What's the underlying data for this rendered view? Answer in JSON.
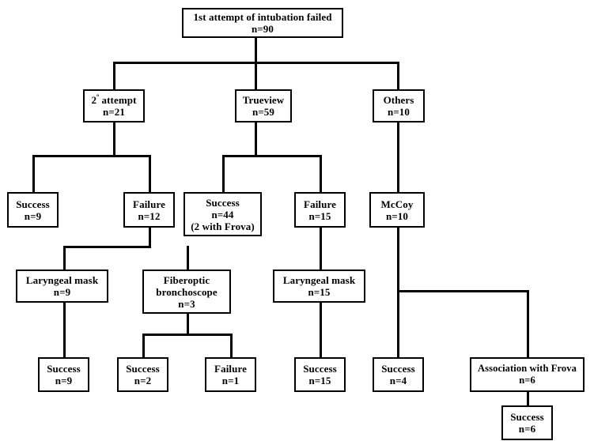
{
  "diagram": {
    "title": "Intubation failure management flowchart",
    "line_color": "#000000",
    "box_border_color": "#000000",
    "background_color": "#ffffff",
    "nodes": {
      "root": {
        "line1": "1st attempt of intubation failed",
        "line2": "n=90"
      },
      "second_attempt": {
        "line1": "2º attempt",
        "line2": "n=21"
      },
      "trueview": {
        "line1": "Trueview",
        "line2": "n=59"
      },
      "others": {
        "line1": "Others",
        "line2": "n=10"
      },
      "second_success": {
        "line1": "Success",
        "line2": "n=9"
      },
      "second_failure": {
        "line1": "Failure",
        "line2": "n=12"
      },
      "trueview_success": {
        "line1": "Success",
        "line2": "n=44",
        "line3": "(2 with Frova)"
      },
      "trueview_failure": {
        "line1": "Failure",
        "line2": "n=15"
      },
      "mccoy": {
        "line1": "McCoy",
        "line2": "n=10"
      },
      "laryngeal_mask_9": {
        "line1": "Laryngeal mask",
        "line2": "n=9"
      },
      "fiberoptic": {
        "line1": "Fiberoptic",
        "line2": "bronchoscope",
        "line3": "n=3"
      },
      "laryngeal_mask_15": {
        "line1": "Laryngeal mask",
        "line2": "n=15"
      },
      "lm9_success": {
        "line1": "Success",
        "line2": "n=9"
      },
      "fiber_success": {
        "line1": "Success",
        "line2": "n=2"
      },
      "fiber_failure": {
        "line1": "Failure",
        "line2": "n=1"
      },
      "lm15_success": {
        "line1": "Success",
        "line2": "n=15"
      },
      "mccoy_success": {
        "line1": "Success",
        "line2": "n=4"
      },
      "association_frova": {
        "line1": "Association with Frova",
        "line2": "n=6"
      },
      "frova_success": {
        "line1": "Success",
        "line2": "n=6"
      }
    }
  }
}
